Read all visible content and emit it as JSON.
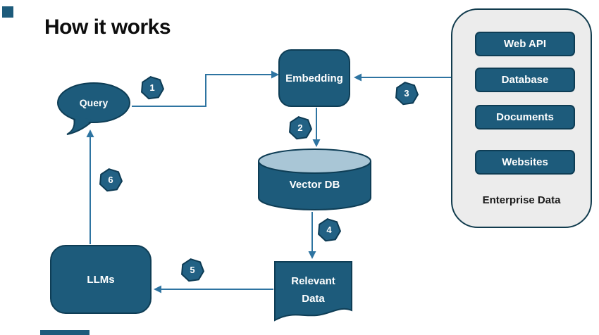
{
  "slide": {
    "title": "How it works"
  },
  "nodes": {
    "query": {
      "label": "Query"
    },
    "embedding": {
      "label": "Embedding"
    },
    "vector_db": {
      "label": "Vector DB"
    },
    "relevant_data": {
      "line1": "Relevant",
      "line2": "Data"
    },
    "llms": {
      "label": "LLMs"
    }
  },
  "steps": [
    "1",
    "2",
    "3",
    "4",
    "5",
    "6"
  ],
  "enterprise_panel": {
    "items": [
      "Web API",
      "Database",
      "Documents",
      "Websites"
    ],
    "caption": "Enterprise Data"
  },
  "colors": {
    "shape_fill": "#1d5b7b",
    "shape_border": "#0e3d55",
    "connector": "#2e74a1",
    "cylinder_top": "#a9c6d6",
    "panel_bg": "#ececec",
    "title_text": "#0d0d0d"
  }
}
